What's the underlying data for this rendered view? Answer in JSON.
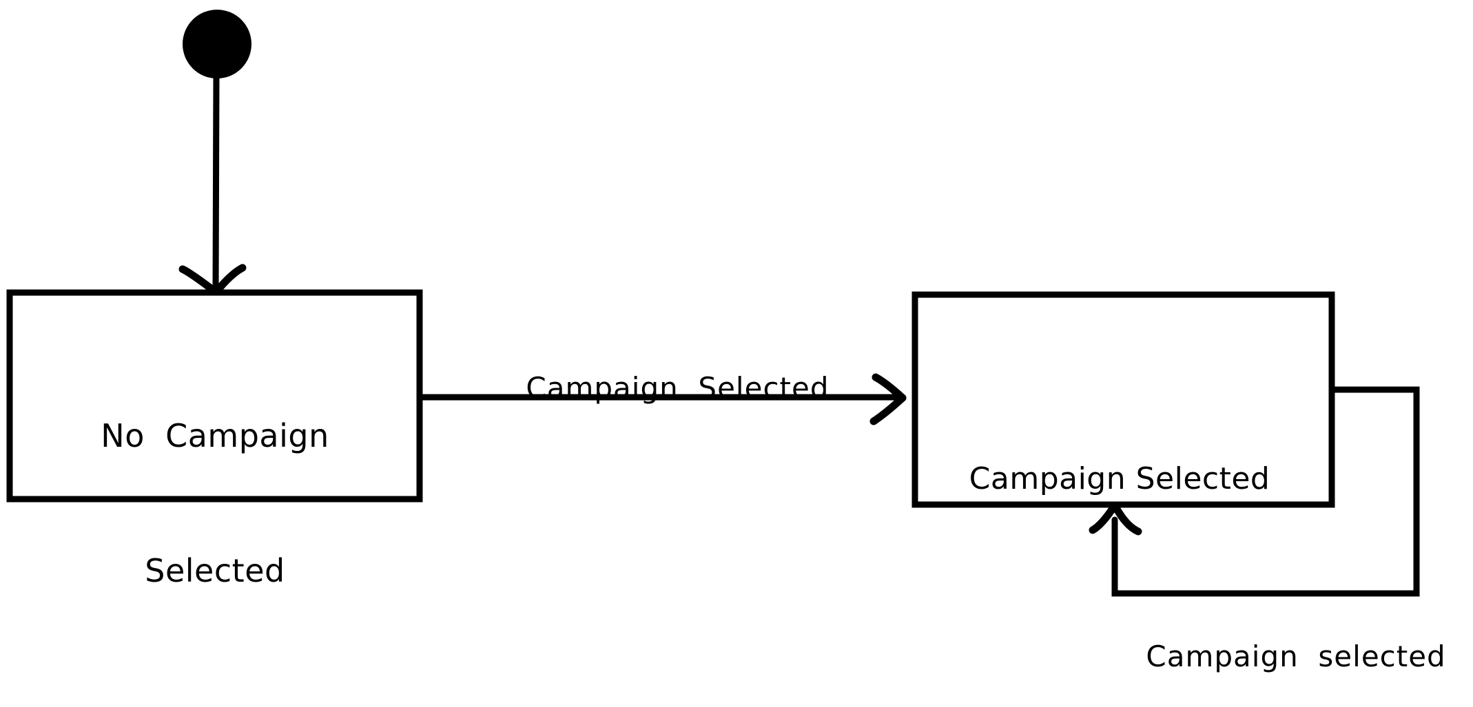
{
  "diagram": {
    "type": "uml-state-machine",
    "background_color": "#FFFFFF",
    "stroke_color": "#000000",
    "highlight_color": "#7FF7F2",
    "initial_node": {
      "name": "initial-state-marker",
      "shape": "filled-circle"
    },
    "states": [
      {
        "id": "no-campaign-selected",
        "label_line1": "No  Campaign",
        "label_line2": "Selected",
        "label": "No Campaign Selected"
      },
      {
        "id": "campaign-selected",
        "label_line1": "Campaign Selected",
        "label_line2": "",
        "label": "Campaign Selected"
      }
    ],
    "transitions": [
      {
        "id": "initial-to-no-campaign",
        "from": "initial",
        "to": "no-campaign-selected",
        "label": ""
      },
      {
        "id": "no-campaign-to-campaign",
        "from": "no-campaign-selected",
        "to": "campaign-selected",
        "label": "Campaign  Selected",
        "highlighted": "true"
      },
      {
        "id": "campaign-self-loop",
        "from": "campaign-selected",
        "to": "campaign-selected",
        "label": "Campaign  selected",
        "highlighted": "true"
      }
    ]
  }
}
